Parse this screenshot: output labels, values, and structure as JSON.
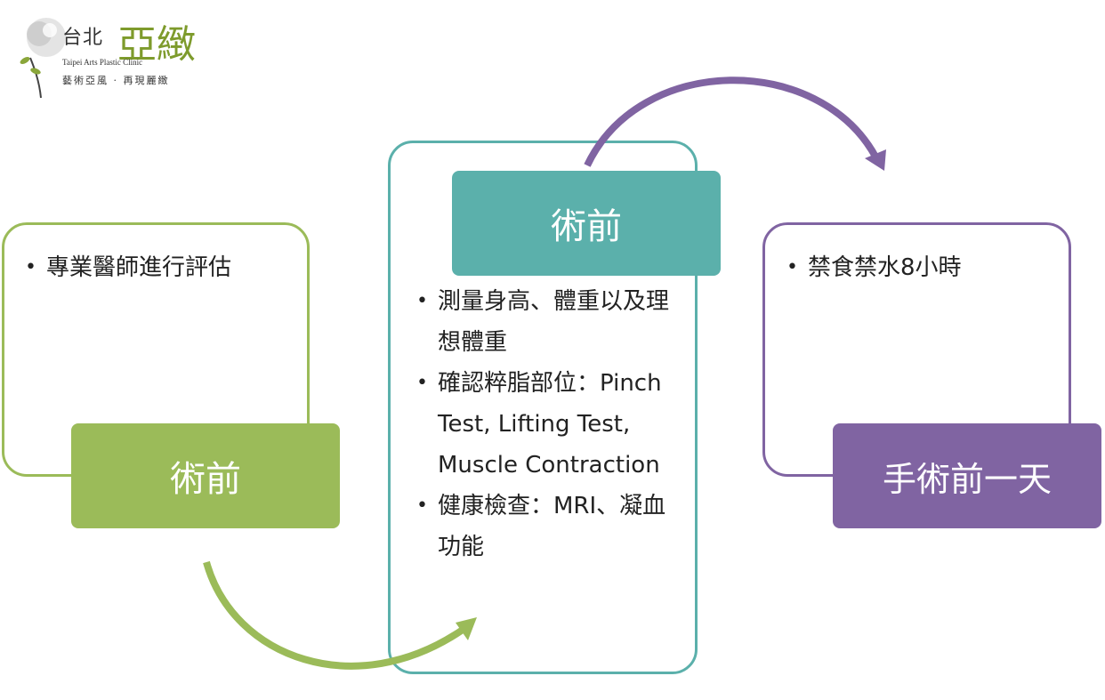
{
  "logo": {
    "name_plain": "台北",
    "name_brand": "亞緻",
    "name_en": "Taipei Arts Plastic Clinic",
    "tagline": "藝術亞風 · 再現麗緻"
  },
  "colors": {
    "green": "#9bbb59",
    "teal": "#5bb0ab",
    "purple": "#8064a2"
  },
  "stages": [
    {
      "title": "術前",
      "items": [
        "專業醫師進行評估"
      ]
    },
    {
      "title": "術前",
      "items": [
        "測量身高、體重以及理想體重",
        "確認粹脂部位：Pinch Test, Lifting Test, Muscle Contraction",
        "健康檢查：MRI、凝血功能"
      ]
    },
    {
      "title": "手術前一天",
      "items": [
        "禁食禁水8小時"
      ]
    }
  ]
}
